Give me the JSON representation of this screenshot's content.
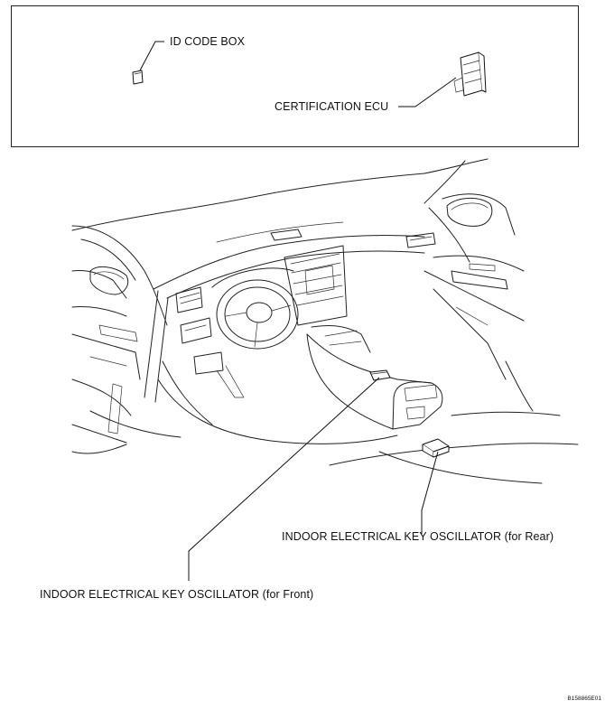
{
  "labels": {
    "id_code_box": "ID CODE BOX",
    "certification_ecu": "CERTIFICATION ECU",
    "oscillator_rear": "INDOOR ELECTRICAL KEY OSCILLATOR (for Rear)",
    "oscillator_front": "INDOOR ELECTRICAL KEY OSCILLATOR (for Front)"
  },
  "figure_code": "B158865E01"
}
